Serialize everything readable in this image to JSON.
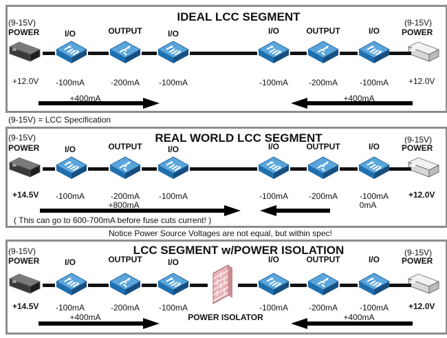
{
  "panels": [
    {
      "title": "IDEAL LCC SEGMENT",
      "left": {
        "spec": "(9-15V)",
        "label": "POWER",
        "voltage": "+12.0V",
        "voltage_bold": false,
        "supply_color": "dark"
      },
      "right": {
        "spec": "(9-15V)",
        "label": "POWER",
        "voltage": "+12.0V",
        "voltage_bold": false,
        "supply_color": "light"
      },
      "nodes_left": [
        {
          "label": "I/O",
          "type": "io",
          "current": "-100mA"
        },
        {
          "label": "OUTPUT",
          "type": "output",
          "current": "-200mA"
        },
        {
          "label": "I/O",
          "type": "io",
          "current": "-100mA"
        }
      ],
      "nodes_right": [
        {
          "label": "I/O",
          "type": "io",
          "current": "-100mA"
        },
        {
          "label": "OUTPUT",
          "type": "output",
          "current": "-200mA"
        },
        {
          "label": "I/O",
          "type": "io",
          "current": "-100mA"
        }
      ],
      "flow_left": {
        "label": "+400mA",
        "direction": "right"
      },
      "flow_right": {
        "label": "+400mA",
        "direction": "left"
      }
    },
    {
      "title": "REAL WORLD LCC SEGMENT",
      "left": {
        "spec": "(9-15V)",
        "label": "POWER",
        "voltage": "+14.5V",
        "voltage_bold": true,
        "supply_color": "dark"
      },
      "right": {
        "spec": "(9-15V)",
        "label": "POWER",
        "voltage": "+12.0V",
        "voltage_bold": true,
        "supply_color": "light"
      },
      "nodes_left": [
        {
          "label": "I/O",
          "type": "io",
          "current": "-100mA"
        },
        {
          "label": "OUTPUT",
          "type": "output",
          "current": "-200mA"
        },
        {
          "label": "I/O",
          "type": "io",
          "current": "-100mA"
        }
      ],
      "nodes_right": [
        {
          "label": "I/O",
          "type": "io",
          "current": "-100mA"
        },
        {
          "label": "OUTPUT",
          "type": "output",
          "current": "-200mA"
        },
        {
          "label": "I/O",
          "type": "io",
          "current": "-100mA"
        }
      ],
      "flow_left": {
        "label": "+800mA",
        "direction": "right"
      },
      "flow_right": {
        "label": "0mA",
        "direction": "left"
      },
      "warning": "( This can go to 600-700mA before fuse cuts current! )"
    },
    {
      "title": "LCC SEGMENT w/POWER ISOLATION",
      "left": {
        "spec": "(9-15V)",
        "label": "POWER",
        "voltage": "+14.5V",
        "voltage_bold": true,
        "supply_color": "dark"
      },
      "right": {
        "spec": "(9-15V)",
        "label": "POWER",
        "voltage": "+12.0V",
        "voltage_bold": true,
        "supply_color": "light"
      },
      "nodes_left": [
        {
          "label": "I/O",
          "type": "io",
          "current": "-100mA"
        },
        {
          "label": "OUTPUT",
          "type": "output",
          "current": "-200mA"
        },
        {
          "label": "I/O",
          "type": "io",
          "current": "-100mA"
        }
      ],
      "nodes_right": [
        {
          "label": "I/O",
          "type": "io",
          "current": "-100mA"
        },
        {
          "label": "OUTPUT",
          "type": "output",
          "current": "-200mA"
        },
        {
          "label": "I/O",
          "type": "io",
          "current": "-100mA"
        }
      ],
      "flow_left": {
        "label": "+400mA",
        "direction": "right"
      },
      "flow_right": {
        "label": "+400mA",
        "direction": "left"
      },
      "isolator": {
        "label": "POWER ISOLATOR",
        "icon": "firewall-icon"
      }
    }
  ],
  "notes": {
    "spec_legend": "(9-15V) = LCC Specification",
    "voltage_notice": "Notice Power Source Voltages are not equal, but within spec!"
  },
  "colors": {
    "panel_border": "#8c8c8c",
    "switch_top": "#5aa6dc",
    "switch_side": "#1f6fae",
    "isolator": "#e8b4b8",
    "wire": "#111111"
  }
}
